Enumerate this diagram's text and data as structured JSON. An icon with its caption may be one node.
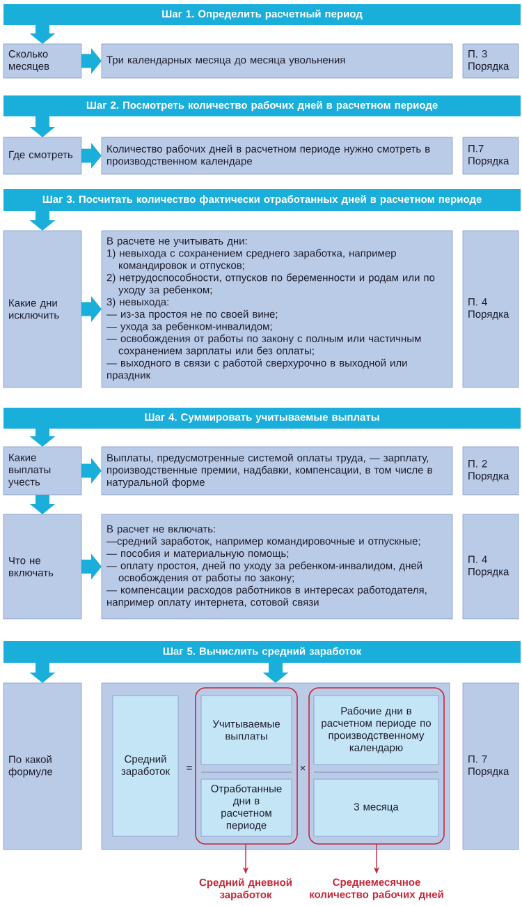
{
  "diagram": {
    "nodes": [
      {
        "text": [
          "Шаг 1. Определить расчетный период"
        ]
      },
      {
        "text": [
          "Сколько месяцев"
        ]
      },
      {
        "text": [
          "Три календарных месяца до месяца увольнения"
        ]
      },
      {
        "text": [
          "П. 3 Порядка"
        ]
      },
      {
        "text": [
          "Шаг 2. Посмотреть количество рабочих дней в расчетном периоде"
        ]
      },
      {
        "text": [
          "Где смотреть"
        ]
      },
      {
        "text": [
          "Количество рабочих дней в расчетном периоде нужно смотреть в производственном календаре"
        ]
      },
      {
        "text": [
          "П.7 Порядка"
        ]
      },
      {
        "text": [
          "Шаг 3. Посчитать количество фактически отработанных дней в расчетном периоде"
        ]
      },
      {
        "text": [
          "Какие дни исключить"
        ]
      },
      {
        "text": [
          "В расчете не учитывать дни:",
          "1) невыхода с сохранением среднего заработка, например командировок и отпусков;",
          "2) нетрудоспособности, отпусков по беременности и родам или по уходу за ребенком;",
          "3) невыхода:",
          "— из-за простоя не по своей вине;",
          "— ухода за ребенком-инвалидом;",
          "— освобождения от работы по закону с полным или частичным сохранением зарплаты или без оплаты;",
          "— выходного в связи с работой сверхурочно в выходной или праздник"
        ]
      },
      {
        "text": [
          "П. 4 Порядка"
        ]
      },
      {
        "text": [
          "Шаг 4. Суммировать учитываемые выплаты"
        ]
      },
      {
        "text": [
          "Какие выплаты учесть"
        ]
      },
      {
        "text": [
          "Выплаты, предусмотренные системой оплаты труда, — зарплату, производственные премии, надбавки, компенсации, в том числе в натуральной форме"
        ]
      },
      {
        "text": [
          "П. 2 Порядка"
        ]
      },
      {
        "text": [
          "Что не включать"
        ]
      },
      {
        "text": [
          "В расчет не включать:",
          "—средний заработок, например командировочные и отпускные;",
          "— пособия и материальную помощь;",
          "— оплату простоя, дней по уходу за ребенком-инвалидом, дней освобождения от работы по закону;",
          "— компенсации расходов работников в интересах работодателя, например оплату интернета, сотовой связи"
        ]
      },
      {
        "text": [
          "П. 4 Порядка"
        ]
      },
      {
        "text": [
          "Шаг 5. Вычислить средний заработок"
        ]
      },
      {
        "text": [
          "По какой формуле"
        ]
      },
      {
        "text": [],
        "shape": "box"
      },
      {
        "text": [
          "Средний заработок"
        ],
        "in": 21
      },
      {
        "text": [],
        "shape": "box",
        "in": 21
      },
      {
        "text": [
          "Учитываемые выплаты"
        ],
        "in": 23
      },
      {
        "text": [
          "Отработанные дни в расчетном периоде"
        ],
        "in": 23
      },
      {
        "text": [],
        "shape": "box",
        "in": 21
      },
      {
        "text": [
          "Рабочие дни в расчетном периоде по производственному календарю"
        ],
        "in": 26
      },
      {
        "text": [
          "3 месяца"
        ],
        "in": 26
      },
      {
        "text": [
          "П. 7 Порядка"
        ]
      },
      {
        "text": [
          "Средний дневной заработок"
        ]
      },
      {
        "text": [
          "Среднемесячное количество рабочих дней"
        ]
      }
    ],
    "edges": [
      {
        "from": 0,
        "to": 1,
        "arrow": "to"
      },
      {
        "from": 1,
        "to": 2,
        "arrow": "to"
      },
      {
        "from": 4,
        "to": 5,
        "arrow": "to"
      },
      {
        "from": 5,
        "to": 6,
        "arrow": "to"
      },
      {
        "from": 8,
        "to": 9,
        "arrow": "to"
      },
      {
        "from": 9,
        "to": 10,
        "arrow": "to"
      },
      {
        "from": 12,
        "to": 13,
        "arrow": "to"
      },
      {
        "from": 13,
        "to": 14,
        "arrow": "to"
      },
      {
        "from": 13,
        "to": 16,
        "arrow": "to"
      },
      {
        "from": 16,
        "to": 17,
        "arrow": "to"
      },
      {
        "from": 19,
        "to": 20,
        "arrow": "to"
      },
      {
        "from": 19,
        "to": 21,
        "arrow": "to"
      },
      {
        "from": 23,
        "to": 30,
        "arrow": "to",
        "color": "#c3283a"
      },
      {
        "from": 26,
        "to": 31,
        "arrow": "to",
        "color": "#c3283a"
      }
    ],
    "labels": [
      "=",
      "×"
    ]
  }
}
